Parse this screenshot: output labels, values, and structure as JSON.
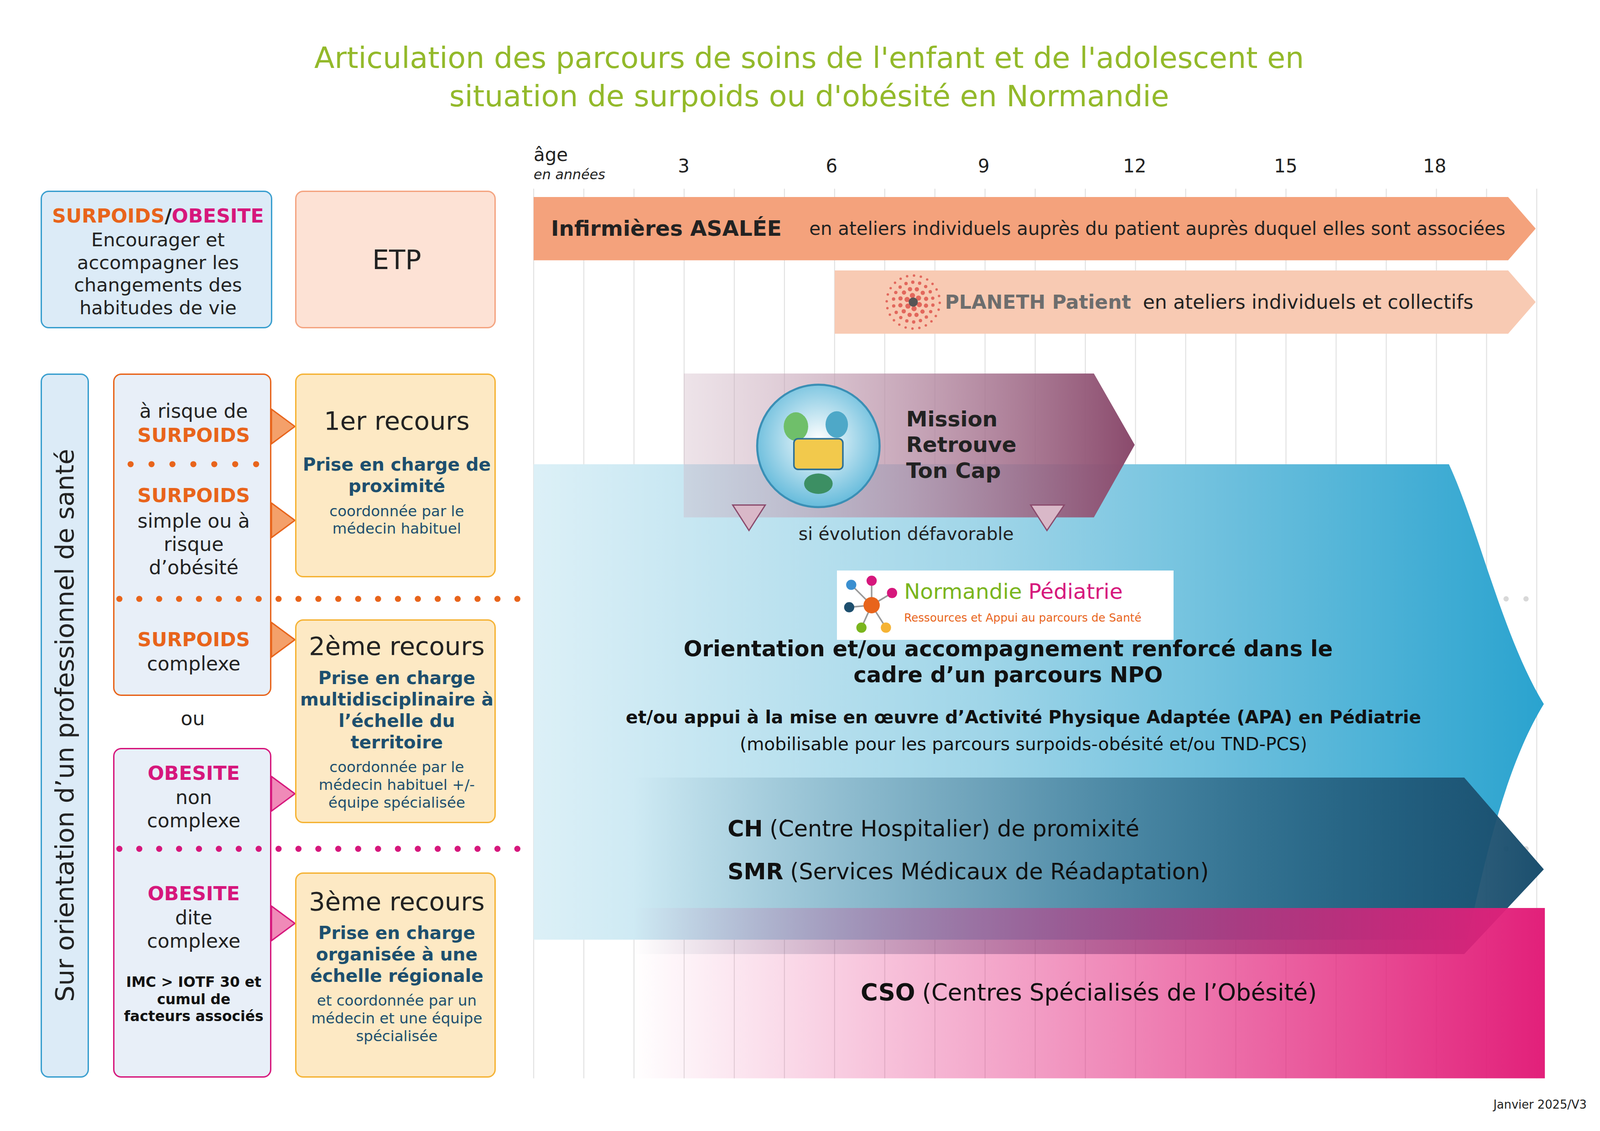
{
  "diagram": {
    "title": "Articulation des parcours de soins de l'enfant et de l'adolescent en situation de surpoids ou d'obésité en Normandie",
    "nodes": [
      {
        "text": [
          "SURPOIDS",
          "/",
          "OBESITE",
          "Encourager et accompagner les changements des habitudes de vie"
        ]
      },
      {
        "text": [
          "ETP"
        ]
      },
      {
        "text": [
          "Infirmières ASALÉE",
          "en ateliers individuels auprès du patient auprès duquel elles sont associées"
        ]
      },
      {
        "text": [
          "PLANETH Patient",
          "en ateliers individuels et collectifs"
        ]
      },
      {
        "text": [
          "Sur orientation d’un professionnel de santé"
        ]
      },
      {
        "text": [
          "à risque de",
          "SURPOIDS",
          "SURPOIDS",
          "simple ou à risque d’obésité",
          "SURPOIDS",
          "complexe"
        ]
      },
      {
        "text": [
          "1er recours",
          "Prise en charge de proximité",
          "coordonnée par le médecin habituel"
        ]
      },
      {
        "text": [
          "Mission Retrouve Ton Cap"
        ]
      },
      {
        "text": [
          "Orientation et/ou accompagnement renforcé dans le cadre d’un parcours NPO",
          "et/ou appui à la mise en œuvre d’Activité Physique Adaptée (APA) en Pédiatrie",
          "(mobilisable pour les parcours surpoids-obésité et/ou TND-PCS)"
        ]
      },
      {
        "text": [
          "Normandie",
          "Pédiatrie",
          "Ressources et Appui au parcours de Santé"
        ],
        "in": 8
      },
      {
        "text": [
          "2ème recours",
          "Prise en charge multidisciplinaire à l’échelle du territoire",
          "coordonnée par le médecin habituel +/-équipe spécialisée"
        ]
      },
      {
        "text": [
          "OBESITE",
          "non complexe",
          "OBESITE",
          "dite complexe",
          "IMC > IOTF 30 et cumul de facteurs associés"
        ]
      },
      {
        "text": [
          "CH",
          "(Centre Hospitalier) de promixité",
          "SMR",
          "(Services Médicaux de Réadaptation)"
        ]
      },
      {
        "text": [
          "3ème recours",
          "Prise en charge organisée à une échelle régionale",
          "et coordonnée par un médecin et une équipe spécialisée"
        ]
      },
      {
        "text": [
          "CSO",
          "(Centres Spécialisés de l’Obésité)"
        ]
      }
    ],
    "edges": [
      {
        "from": 5,
        "to": 6,
        "arrow": "to"
      },
      {
        "from": 5,
        "to": 6,
        "arrow": "to"
      },
      {
        "from": 5,
        "to": 10,
        "arrow": "to"
      },
      {
        "from": 11,
        "to": 10,
        "arrow": "to"
      },
      {
        "from": 11,
        "to": 13,
        "arrow": "to"
      }
    ],
    "labels": [
      "âge",
      "en années",
      "3",
      "6",
      "9",
      "12",
      "15",
      "18",
      "si évolution défavorable",
      "ou",
      "Janvier 2025/V3"
    ]
  }
}
